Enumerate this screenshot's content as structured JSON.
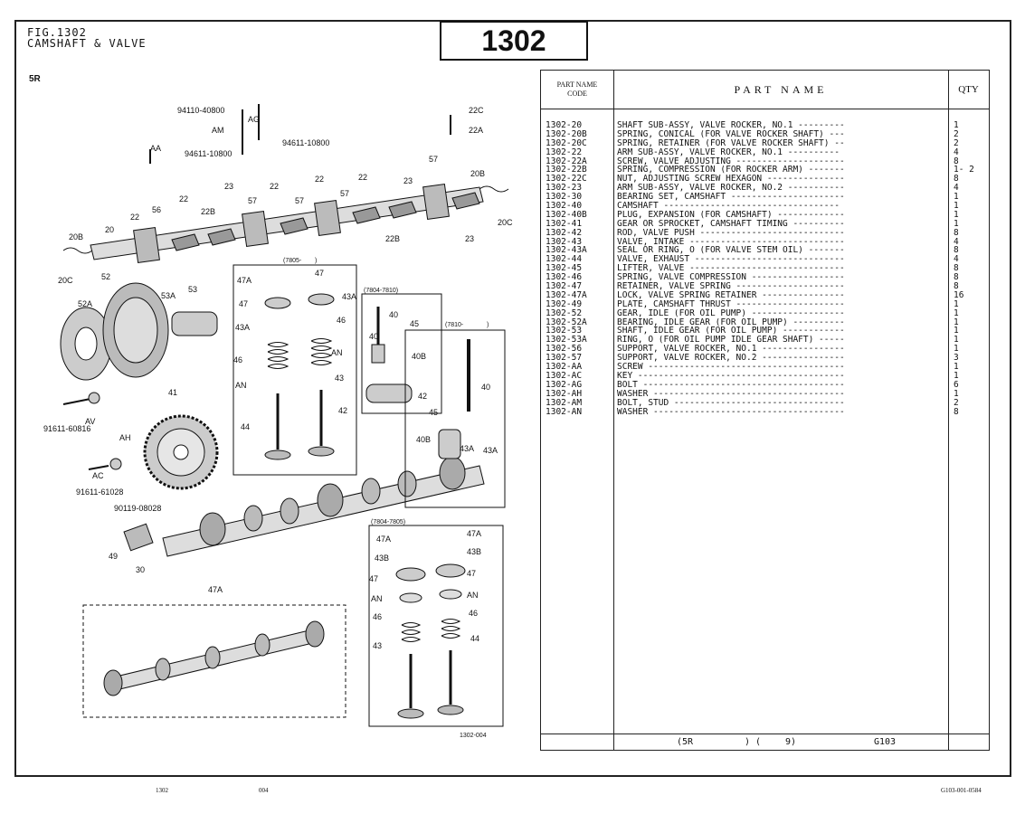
{
  "header": {
    "fig_number": "FIG.1302",
    "fig_title": "CAMSHAFT & VALVE",
    "sheet_number": "1302",
    "model": "5R"
  },
  "diagram": {
    "callouts": [
      "94110-40800",
      "AG",
      "AM",
      "94611-10800",
      "94611-10800",
      "AA",
      "22C",
      "22A",
      "20B",
      "20",
      "22",
      "56",
      "22",
      "22B",
      "23",
      "57",
      "22",
      "57",
      "22",
      "57",
      "22",
      "23",
      "57",
      "20B",
      "20C",
      "22B",
      "23",
      "20C",
      "52",
      "52A",
      "53A",
      "53",
      "91611-60816",
      "AV",
      "41",
      "AH",
      "91611-61028",
      "AC",
      "90119-08028",
      "49",
      "30",
      "47A",
      "47A",
      "47",
      "47",
      "43A",
      "43A",
      "46",
      "46",
      "AN",
      "AN",
      "43",
      "44",
      "42",
      "40",
      "45",
      "40",
      "40B",
      "42",
      "45",
      "40",
      "40B",
      "43A",
      "43A",
      "47A",
      "47A",
      "43B",
      "43B",
      "47",
      "47",
      "AN",
      "AN",
      "46",
      "46",
      "43",
      "44"
    ],
    "box_1": "(7805-",
    "box_1_close": ")",
    "box_2": "(7804-7810)",
    "box_3": "(7810-",
    "box_3_close": ")",
    "box_4": "(7804-7805)",
    "drawing_no": "1302-004"
  },
  "table": {
    "col_code": [
      "PART NAME",
      "CODE"
    ],
    "col_name": "PART NAME",
    "col_qty": "QTY",
    "rows": [
      {
        "code": "1302-20",
        "name": "SHAFT SUB-ASSY, VALVE ROCKER, NO.1 ---------",
        "qty": "1"
      },
      {
        "code": "1302-20B",
        "name": "SPRING, CONICAL (FOR VALVE ROCKER SHAFT) ---",
        "qty": "2"
      },
      {
        "code": "1302-20C",
        "name": "SPRING, RETAINER (FOR VALVE ROCKER SHAFT) --",
        "qty": "2"
      },
      {
        "code": "1302-22",
        "name": "ARM SUB-ASSY, VALVE ROCKER, NO.1 ----------",
        "qty": "4"
      },
      {
        "code": "1302-22A",
        "name": "SCREW, VALVE ADJUSTING ---------------------",
        "qty": "8"
      },
      {
        "code": "1302-22B",
        "name": "SPRING, COMPRESSION (FOR ROCKER ARM) -------",
        "qty": "1- 2"
      },
      {
        "code": "1302-22C",
        "name": "NUT, ADJUSTING SCREW HEXAGON ---------------",
        "qty": "8"
      },
      {
        "code": "1302-23",
        "name": "ARM SUB-ASSY, VALVE ROCKER, NO.2 -----------",
        "qty": "4"
      },
      {
        "code": "1302-30",
        "name": "BEARING SET, CAMSHAFT ----------------------",
        "qty": "1"
      },
      {
        "code": "1302-40",
        "name": "CAMSHAFT ----------------------------------",
        "qty": "1"
      },
      {
        "code": "1302-40B",
        "name": "PLUG, EXPANSION (FOR CAMSHAFT) -------------",
        "qty": "1"
      },
      {
        "code": "1302-41",
        "name": "GEAR OR SPROCKET, CAMSHAFT TIMING ----------",
        "qty": "1"
      },
      {
        "code": "1302-42",
        "name": "ROD, VALVE PUSH ----------------------------",
        "qty": "8"
      },
      {
        "code": "1302-43",
        "name": "VALVE, INTAKE ------------------------------",
        "qty": "4"
      },
      {
        "code": "1302-43A",
        "name": "SEAL OR RING, O (FOR VALVE STEM OIL) -------",
        "qty": "8"
      },
      {
        "code": "1302-44",
        "name": "VALVE, EXHAUST -----------------------------",
        "qty": "4"
      },
      {
        "code": "1302-45",
        "name": "LIFTER, VALVE ------------------------------",
        "qty": "8"
      },
      {
        "code": "1302-46",
        "name": "SPRING, VALVE COMPRESSION ------------------",
        "qty": "8"
      },
      {
        "code": "1302-47",
        "name": "RETAINER, VALVE SPRING ---------------------",
        "qty": "8"
      },
      {
        "code": "1302-47A",
        "name": "LOCK, VALVE SPRING RETAINER ----------------",
        "qty": "16"
      },
      {
        "code": "1302-49",
        "name": "PLATE, CAMSHAFT THRUST ---------------------",
        "qty": "1"
      },
      {
        "code": "1302-52",
        "name": "GEAR, IDLE (FOR OIL PUMP) ------------------",
        "qty": "1"
      },
      {
        "code": "1302-52A",
        "name": "BEARING, IDLE GEAR (FOR OIL PUMP) ----------",
        "qty": "1"
      },
      {
        "code": "1302-53",
        "name": "SHAFT, IDLE GEAR (FOR OIL PUMP) ------------",
        "qty": "1"
      },
      {
        "code": "1302-53A",
        "name": "RING, O (FOR OIL PUMP IDLE GEAR SHAFT) -----",
        "qty": "1"
      },
      {
        "code": "1302-56",
        "name": "SUPPORT, VALVE ROCKER, NO.1 ----------------",
        "qty": "1"
      },
      {
        "code": "1302-57",
        "name": "SUPPORT, VALVE ROCKER, NO.2 ----------------",
        "qty": "3"
      },
      {
        "code": "1302-AA",
        "name": "SCREW --------------------------------------",
        "qty": "1"
      },
      {
        "code": "1302-AC",
        "name": "KEY ----------------------------------------",
        "qty": "1"
      },
      {
        "code": "1302-AG",
        "name": "BOLT ---------------------------------------",
        "qty": "6"
      },
      {
        "code": "1302-AH",
        "name": "WASHER -------------------------------------",
        "qty": "1"
      },
      {
        "code": "1302-AM",
        "name": "BOLT, STUD ---------------------------------",
        "qty": "2"
      },
      {
        "code": "1302-AN",
        "name": "WASHER -------------------------------------",
        "qty": "8"
      }
    ],
    "footer": {
      "model": "(5R",
      "close": ") (",
      "count": "9)",
      "ref": "G103"
    }
  },
  "page_footer": {
    "left": "1302",
    "mid": "004",
    "right": "G103-001-0584"
  }
}
